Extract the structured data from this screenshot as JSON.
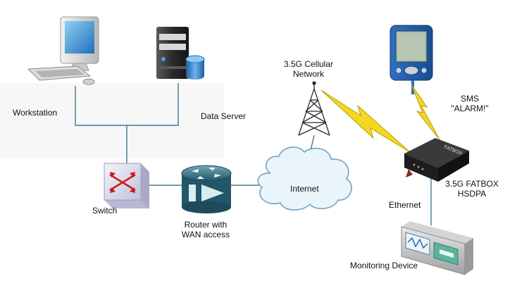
{
  "nodes": {
    "workstation": {
      "label": "Workstation",
      "icon": "workstation-icon"
    },
    "data_server": {
      "label": "Data Server",
      "icon": "server-icon"
    },
    "switch": {
      "label": "Switch",
      "icon": "switch-icon"
    },
    "router": {
      "label": "Router with\nWAN access",
      "icon": "router-icon"
    },
    "internet": {
      "label": "Internet",
      "icon": "cloud-icon"
    },
    "cellular": {
      "label": "3.5G Cellular\nNetwork",
      "icon": "cell-tower-icon"
    },
    "pda": {
      "icon": "pda-icon"
    },
    "sms": {
      "label": "SMS\n\"ALARM!\"",
      "icon": "lightning-icon"
    },
    "fatbox": {
      "label": "3.5G FATBOX\nHSDPA",
      "icon": "modem-icon",
      "brand_text": "FATBOX"
    },
    "ethernet": {
      "label": "Ethernet"
    },
    "monitoring": {
      "label": "Monitoring Device",
      "icon": "monitoring-device-icon"
    }
  },
  "colors": {
    "line": "#2a5f7a",
    "lightning": "#f4d820",
    "lightning_stroke": "#b89a00",
    "router_body": "#3d7a8c",
    "switch_arrow": "#d01818",
    "cloud": "#eaf4fb",
    "cloud_stroke": "#6a9ec0"
  }
}
